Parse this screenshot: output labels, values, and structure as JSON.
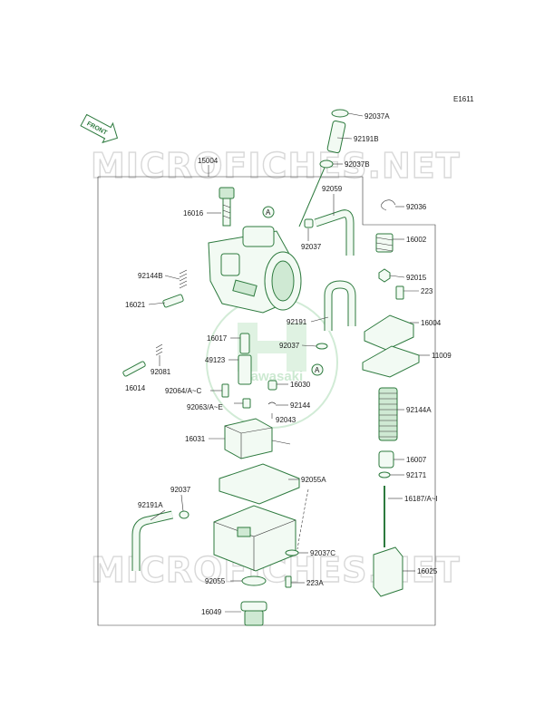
{
  "diagram_code": "E1611",
  "front_tag": "FRONT",
  "watermark": "MICROFICHES.NET",
  "logo_text": "Kawasaki",
  "colors": {
    "line": "#2d7a3e",
    "fill": "#f2faf3",
    "dark": "#cfe9d3",
    "watermark": "#d8d8d8"
  },
  "labels": {
    "l92037A": "92037A",
    "l92191B": "92191B",
    "l92037B": "92037B",
    "l15004": "15004",
    "l92059": "92059",
    "l16016": "16016",
    "l92036": "92036",
    "l16002": "16002",
    "l92037a": "92037",
    "l92144B": "92144B",
    "l92015": "92015",
    "l223": "223",
    "l16021": "16021",
    "l92191": "92191",
    "l16004": "16004",
    "l16017": "16017",
    "l92037b": "92037",
    "l11009": "11009",
    "l49123": "49123",
    "l92081": "92081",
    "l16014": "16014",
    "l92064": "92064/A~C",
    "l16030": "16030",
    "l92144A": "92144A",
    "l92063": "92063/A~E",
    "l92144": "92144",
    "l92043": "92043",
    "l16031": "16031",
    "l16007": "16007",
    "l92055A": "92055A",
    "l92171": "92171",
    "l92037c": "92037",
    "l16187": "16187/A~I",
    "l92191A": "92191A",
    "l92037C": "92037C",
    "l16025": "16025",
    "l92055": "92055",
    "l223A": "223A",
    "l16049": "16049",
    "markA1": "A",
    "markA2": "A"
  }
}
